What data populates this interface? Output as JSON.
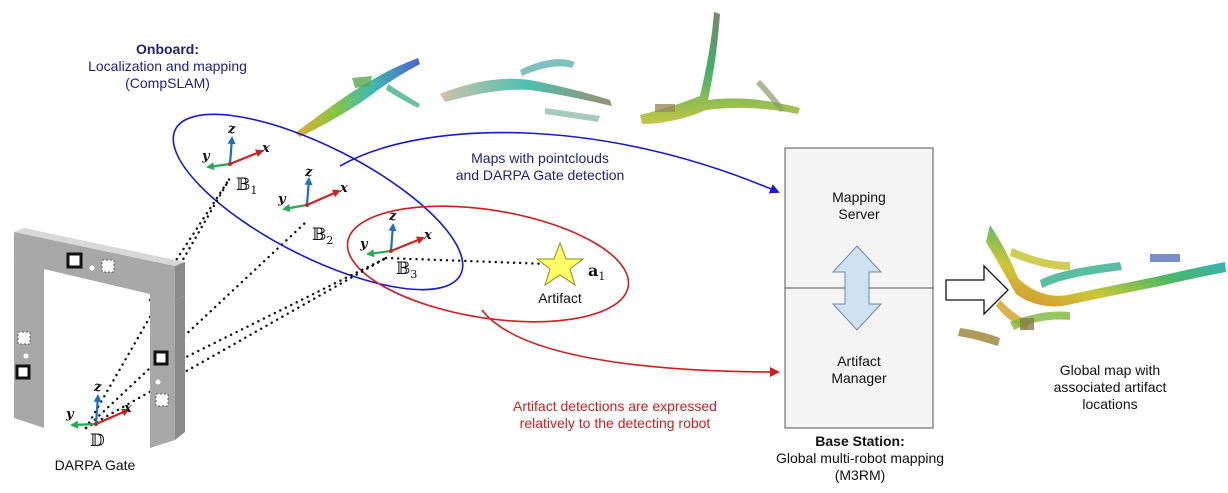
{
  "onboard": {
    "title": "Onboard:",
    "line1": "Localization and mapping",
    "line2": "(CompSLAM)"
  },
  "maps_label": {
    "line1": "Maps with pointclouds",
    "line2": "and DARPA Gate detection"
  },
  "artifact_detect_label": {
    "line1": "Artifact detections are expressed",
    "line2": "relatively to the detecting robot"
  },
  "base_station": {
    "title": "Base Station:",
    "line1": "Global multi-robot mapping",
    "line2": "(M3RM)",
    "mapping_server_line1": "Mapping",
    "mapping_server_line2": "Server",
    "artifact_manager_line1": "Artifact",
    "artifact_manager_line2": "Manager"
  },
  "global_map": {
    "line1": "Global map with",
    "line2": "associated artifact",
    "line3": "locations"
  },
  "gate_label": "DARPA Gate",
  "artifact_label": "Artifact",
  "frames": {
    "b1": "𝔹",
    "b1_sub": "1",
    "b2": "𝔹",
    "b2_sub": "2",
    "b3": "𝔹",
    "b3_sub": "3",
    "d": "𝔻",
    "a1": "a",
    "a1_sub": "1",
    "axis_x": "x",
    "axis_y": "y",
    "axis_z": "z"
  },
  "colors": {
    "navy": "#1f1f7a",
    "blue_ellipse": "#1a1acc",
    "red_ellipse": "#cc1f1f",
    "star": "#ffff66",
    "arrow_fill": "#cfe2f3"
  }
}
